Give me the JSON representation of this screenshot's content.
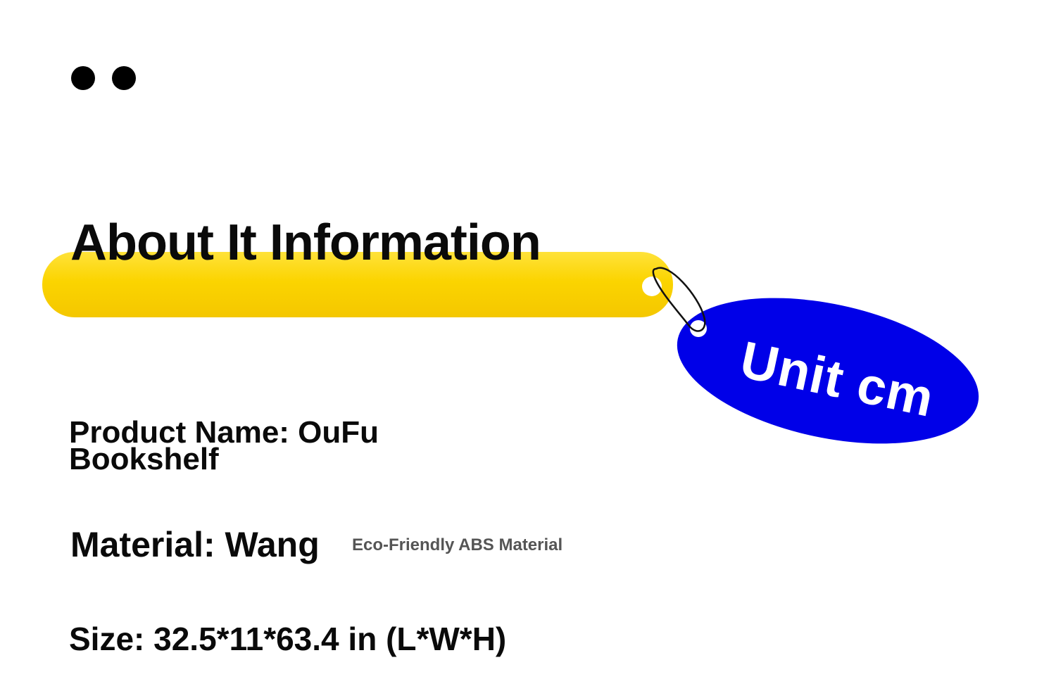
{
  "header": {
    "dot_icons": [
      "dot-icon",
      "dot-icon"
    ]
  },
  "banner": {
    "title": "About It Information",
    "bar_color": "#fbd400",
    "tag_label": "Unit cm",
    "tag_color": "#0000e8"
  },
  "details": {
    "product_name": "Product Name: OuFu Bookshelf",
    "material": "Material: Wang",
    "material_note": "Eco-Friendly ABS Material",
    "size": "Size: 32.5*11*63.4 in (L*W*H)"
  }
}
